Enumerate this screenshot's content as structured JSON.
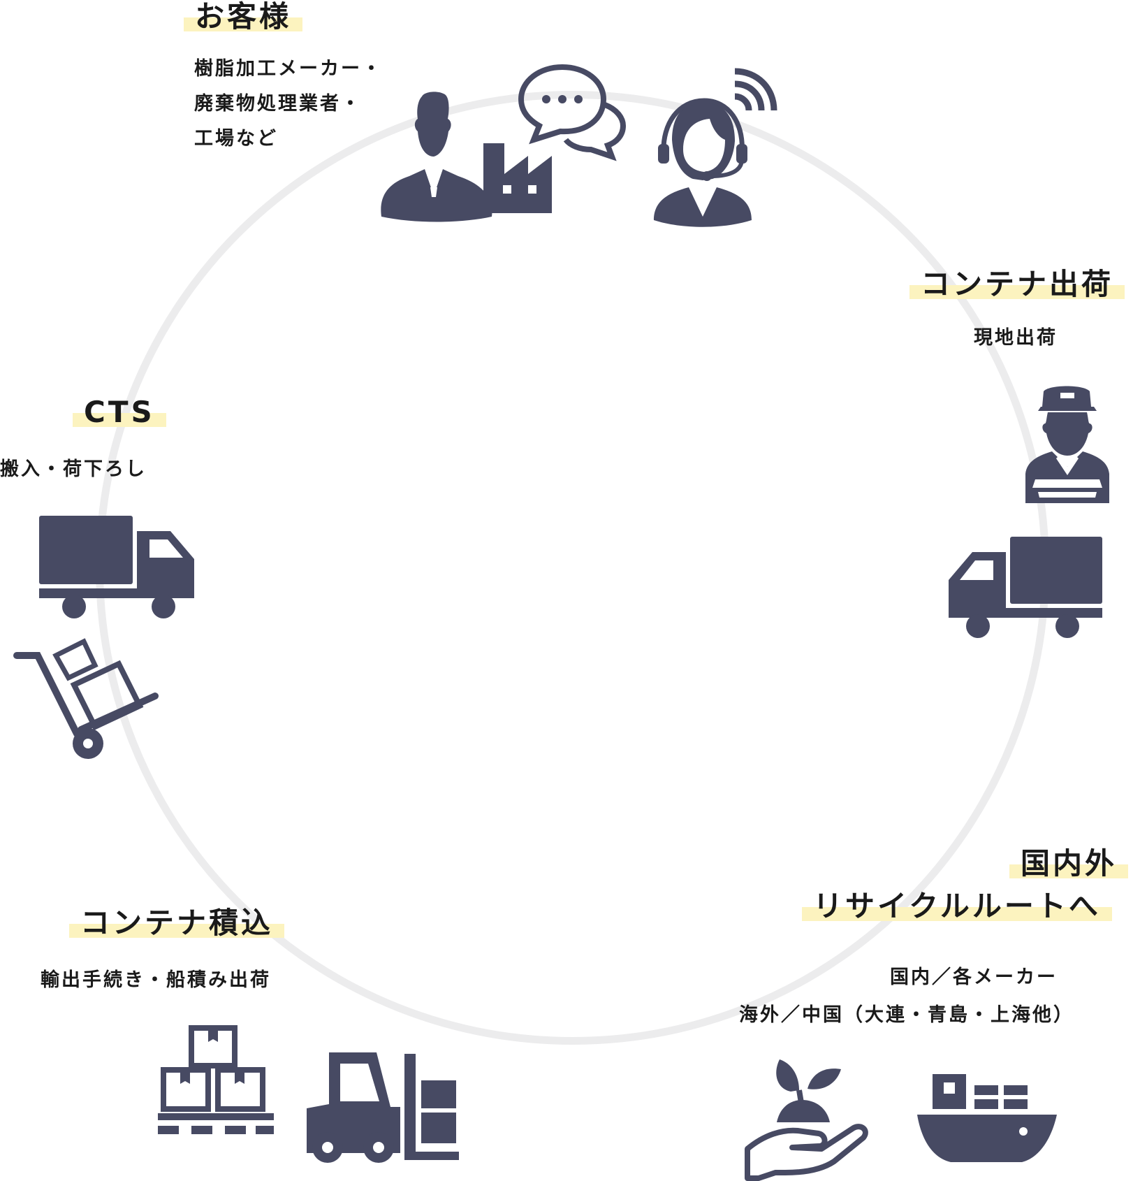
{
  "accent_color": "#474a63",
  "highlight_color": "#fcf3bf",
  "ring_color": "#ececed",
  "nodes": {
    "customer": {
      "title": "お客様",
      "lines": [
        "樹脂加工メーカー・",
        "廃棄物処理業者・",
        "工場など"
      ],
      "icons": [
        "businessman-icon",
        "factory-icon",
        "chat-bubbles-icon",
        "operator-headset-icon",
        "signal-icon"
      ]
    },
    "container_shipment": {
      "title": "コンテナ出荷",
      "lines": [
        "現地出荷"
      ],
      "icons": [
        "delivery-worker-icon",
        "truck-icon"
      ]
    },
    "cts": {
      "title": "CTS",
      "lines": [
        "搬入・荷下ろし"
      ],
      "icons": [
        "truck-icon",
        "hand-cart-icon"
      ]
    },
    "container_loading": {
      "title": "コンテナ積込",
      "lines": [
        "輸出手続き・船積み出荷"
      ],
      "icons": [
        "pallet-boxes-icon",
        "forklift-icon"
      ]
    },
    "recycle_route": {
      "title_lines": [
        "国内外",
        "リサイクルルートへ"
      ],
      "lines": [
        "国内／各メーカー",
        "海外／中国（大連・青島・上海他）"
      ],
      "icons": [
        "sprout-hand-icon",
        "cargo-ship-icon"
      ]
    }
  }
}
